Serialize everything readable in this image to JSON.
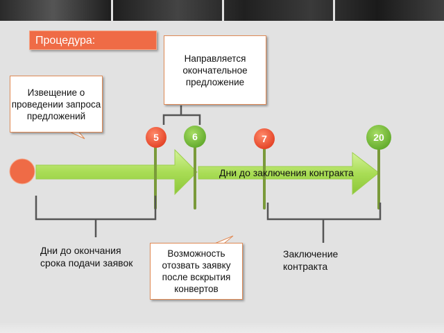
{
  "title": "Процедура:",
  "notice_callout": "Извещение о проведении запроса предложений",
  "final_offer_callout": "Направляется окончательное предложение",
  "withdraw_callout": "Возможность отозвать заявку после вскрытия конвертов",
  "days_to_deadline_label": "Дни до окончания срока подачи заявок",
  "days_to_contract_label": "Дни до заключения контракта",
  "contract_label": "Заключение контракта",
  "day_markers": [
    {
      "label": "5",
      "color": "#e8452a"
    },
    {
      "label": "6",
      "color": "#7cc03a"
    },
    {
      "label": "7",
      "color": "#e8452a"
    },
    {
      "label": "20",
      "color": "#7cc03a"
    }
  ],
  "colors": {
    "title_bg": "#ef6b46",
    "arrow": "#b6e36a",
    "start_circle": "#ef6b46",
    "bracket": "#555555",
    "callout_border": "#e08a55"
  }
}
